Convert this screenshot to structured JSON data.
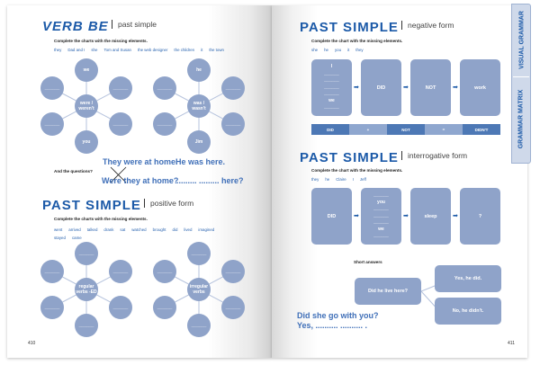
{
  "side_tab": {
    "top": "VISUAL GRAMMAR",
    "bottom": "GRAMMAR MATRIX"
  },
  "left_page": {
    "verb_be": {
      "title": "VERB BE",
      "subtitle": "past simple",
      "instruction": "Complete the charts with the missing elements.",
      "words": [
        "they",
        "Dad and I",
        "she",
        "Tom and Susan",
        "the web designer",
        "the children",
        "it",
        "the town"
      ],
      "chart1": {
        "center": "were / weren't",
        "top": "we",
        "bottom": "you",
        "blank": "______"
      },
      "chart2": {
        "center": "was / wasn't",
        "top": "he",
        "bottom": "Jim",
        "blank": "______"
      },
      "questions_label": "And the questions?",
      "s1": "They were at home.",
      "s2": "He was here.",
      "q1": "Were they at home?",
      "q2": "......... ......... here?"
    },
    "positive": {
      "title": "PAST SIMPLE",
      "subtitle": "positive form",
      "instruction": "Complete the charts with the missing elements.",
      "words": [
        "went",
        "arrived",
        "talked",
        "drank",
        "sat",
        "watched",
        "brought",
        "did",
        "lived",
        "imagined",
        "stayed",
        "came"
      ],
      "chart1_center": "regular verbs -ED",
      "chart2_center": "irregular verbs",
      "blank": "______"
    },
    "page_number": "410"
  },
  "right_page": {
    "negative": {
      "title": "PAST SIMPLE",
      "subtitle": "negative form",
      "instruction": "Complete the chart with the missing elements.",
      "words": [
        "she",
        "he",
        "you",
        "it",
        "they"
      ],
      "box1": [
        "I",
        "______",
        "______",
        "______",
        "______",
        "we",
        "______"
      ],
      "box2": "DID",
      "box3": "NOT",
      "box4": "work",
      "bar": [
        "DID",
        "+",
        "NOT",
        "=",
        "DIDN'T"
      ]
    },
    "interrogative": {
      "title": "PAST SIMPLE",
      "subtitle": "interrogative form",
      "instruction": "Complete the chart with the missing elements.",
      "words": [
        "they",
        "he",
        "Claire",
        "I",
        "Jeff"
      ],
      "box1": "DID",
      "box2": [
        "______",
        "you",
        "______",
        "______",
        "______",
        "we",
        "______"
      ],
      "box3": "sleep",
      "box4": "?",
      "short_answers_label": "Short answers",
      "question": "Did he live here?",
      "yes": "Yes, he did.",
      "no": "No, he didn't.",
      "q": "Did she go with you?",
      "a": "Yes, .......... .......... ."
    },
    "page_number": "411"
  }
}
